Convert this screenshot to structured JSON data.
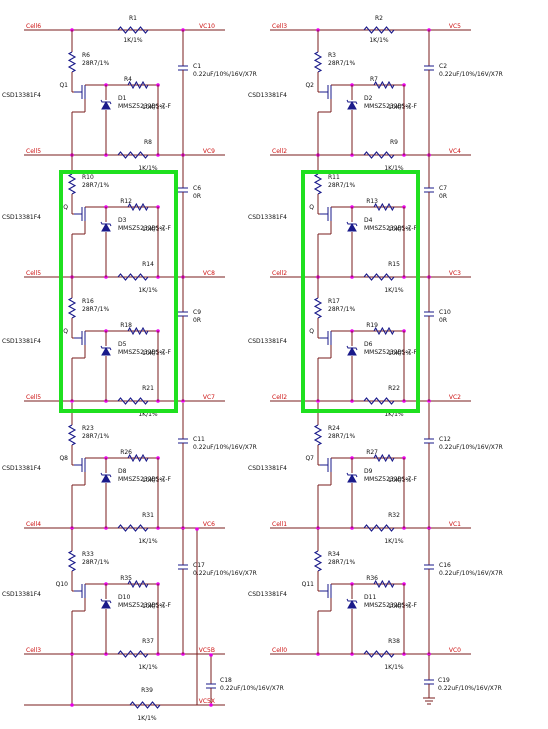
{
  "left": {
    "rows": [
      {
        "net_left": "Cell6",
        "net_right": "VC10",
        "res": "R1",
        "res_val": "1K/1%",
        "cap": "C1",
        "cap_val": "0.22uF/10%/16V/X7R",
        "gr": "R6",
        "gr_val": "28R7/1%",
        "q": "Q1",
        "part": "CSD13381F4",
        "r10k": "R4",
        "r10k_val": "10K/1%",
        "diode": "D1",
        "diode_part": "MMSZ5232BS-7-F",
        "bot_res": "R8",
        "bot_res_val": "1K/1%",
        "bot_left": "Cell5",
        "bot_right": "VC9"
      },
      {
        "cap": "C6",
        "cap_val": "0R",
        "gr": "R10",
        "gr_val": "28R7/1%",
        "q": "Q",
        "part": "CSD13381F4",
        "r10k": "R12",
        "r10k_val": "10K/1%",
        "diode": "D3",
        "diode_part": "MMSZ5232BS-7-F",
        "bot_res": "R14",
        "bot_res_val": "1K/1%",
        "bot_left": "Cell5",
        "bot_right": "VC8"
      },
      {
        "cap": "C9",
        "cap_val": "0R",
        "gr": "R16",
        "gr_val": "28R7/1%",
        "q": "Q",
        "part": "CSD13381F4",
        "r10k": "R18",
        "r10k_val": "10K/1%",
        "diode": "D5",
        "diode_part": "MMSZ5232BS-7-F",
        "bot_res": "R21",
        "bot_res_val": "1K/1%",
        "bot_left": "Cell5",
        "bot_right": "VC7"
      },
      {
        "cap": "C11",
        "cap_val": "0.22uF/10%/16V/X7R",
        "gr": "R23",
        "gr_val": "28R7/1%",
        "q": "Q8",
        "part": "CSD13381F4",
        "r10k": "R26",
        "r10k_val": "10K/1%",
        "diode": "D8",
        "diode_part": "MMSZ5232BS-7-F",
        "bot_res": "R31",
        "bot_res_val": "1K/1%",
        "bot_left": "Cell4",
        "bot_right": "VC6"
      },
      {
        "cap": "C17",
        "cap_val": "0.22uF/10%/16V/X7R",
        "gr": "R33",
        "gr_val": "28R7/1%",
        "q": "Q10",
        "part": "CSD13381F4",
        "r10k": "R35",
        "r10k_val": "10K/1%",
        "diode": "D10",
        "diode_part": "MMSZ5232BS-7-F",
        "bot_res": "R37",
        "bot_res_val": "1K/1%",
        "bot_left": "Cell3",
        "bot_right": "VC5B"
      }
    ],
    "extra_cap": "C18",
    "extra_cap_val": "0.22uF/10%/16V/X7R",
    "extra_res": "R39",
    "extra_res_val": "1K/1%",
    "extra_right": "VC5X"
  },
  "right": {
    "rows": [
      {
        "net_left": "Cell3",
        "net_right": "VC5",
        "res": "R2",
        "res_val": "1K/1%",
        "cap": "C2",
        "cap_val": "0.22uF/10%/16V/X7R",
        "gr": "R3",
        "gr_val": "28R7/1%",
        "q": "Q2",
        "part": "CSD13381F4",
        "r10k": "R7",
        "r10k_val": "10K/1%",
        "diode": "D2",
        "diode_part": "MMSZ5232BS-7-F",
        "bot_res": "R9",
        "bot_res_val": "1K/1%",
        "bot_left": "Cell2",
        "bot_right": "VC4"
      },
      {
        "cap": "C7",
        "cap_val": "0R",
        "gr": "R11",
        "gr_val": "28R7/1%",
        "q": "Q",
        "part": "CSD13381F4",
        "r10k": "R13",
        "r10k_val": "10K/1%",
        "diode": "D4",
        "diode_part": "MMSZ5232BS-7-F",
        "bot_res": "R15",
        "bot_res_val": "1K/1%",
        "bot_left": "Cell2",
        "bot_right": "VC3"
      },
      {
        "cap": "C10",
        "cap_val": "0R",
        "gr": "R17",
        "gr_val": "28R7/1%",
        "q": "Q",
        "part": "CSD13381F4",
        "r10k": "R19",
        "r10k_val": "10K/1%",
        "diode": "D6",
        "diode_part": "MMSZ5232BS-7-F",
        "bot_res": "R22",
        "bot_res_val": "1K/1%",
        "bot_left": "Cell2",
        "bot_right": "VC2"
      },
      {
        "cap": "C12",
        "cap_val": "0.22uF/10%/16V/X7R",
        "gr": "R24",
        "gr_val": "28R7/1%",
        "q": "Q7",
        "part": "CSD13381F4",
        "r10k": "R27",
        "r10k_val": "10K/1%",
        "diode": "D9",
        "diode_part": "MMSZ5232BS-7-F",
        "bot_res": "R32",
        "bot_res_val": "1K/1%",
        "bot_left": "Cell1",
        "bot_right": "VC1"
      },
      {
        "cap": "C16",
        "cap_val": "0.22uF/10%/16V/X7R",
        "gr": "R34",
        "gr_val": "28R7/1%",
        "q": "Q11",
        "part": "CSD13381F4",
        "r10k": "R36",
        "r10k_val": "10K/1%",
        "diode": "D11",
        "diode_part": "MMSZ5232BS-7-F",
        "bot_res": "R38",
        "bot_res_val": "1K/1%",
        "bot_left": "Cell0",
        "bot_right": "VC0"
      }
    ],
    "extra_cap": "C19",
    "extra_cap_val": "0.22uF/10%/16V/X7R"
  },
  "colors": {
    "wire": "#7a1c1c",
    "component": "#1a1a8a",
    "net_label": "#cc1010",
    "junction": "#e800e8",
    "highlight": "#1fe01f"
  }
}
